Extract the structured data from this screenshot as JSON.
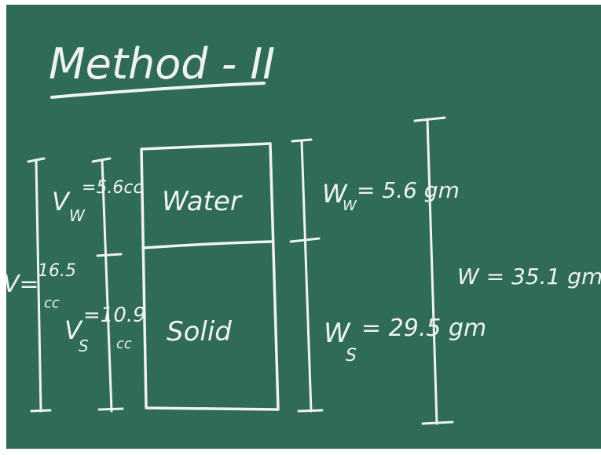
{
  "board": {
    "color": "#2f6b57",
    "chalk_color": "#eef3ee"
  },
  "title": "Method - II",
  "diagram": {
    "water_label": "Water",
    "solid_label": "Solid",
    "left": {
      "v_total": "V= 16.5 cc",
      "v_total_main": "V=",
      "v_total_value": "16.5",
      "v_total_unit": "cc",
      "vw_main": "V",
      "vw_sub": "W",
      "vw_value": "=5.6cc",
      "vs_main": "V",
      "vs_sub": "S",
      "vs_value": "=10.9",
      "vs_unit": "cc"
    },
    "right": {
      "ww_main": "W",
      "ww_sub": "W",
      "ww_value": "= 5.6 gm",
      "ws_main": "W",
      "ws_sub": "S",
      "ws_value": "= 29.5 gm",
      "w_total": "W = 35.1 gm"
    }
  }
}
